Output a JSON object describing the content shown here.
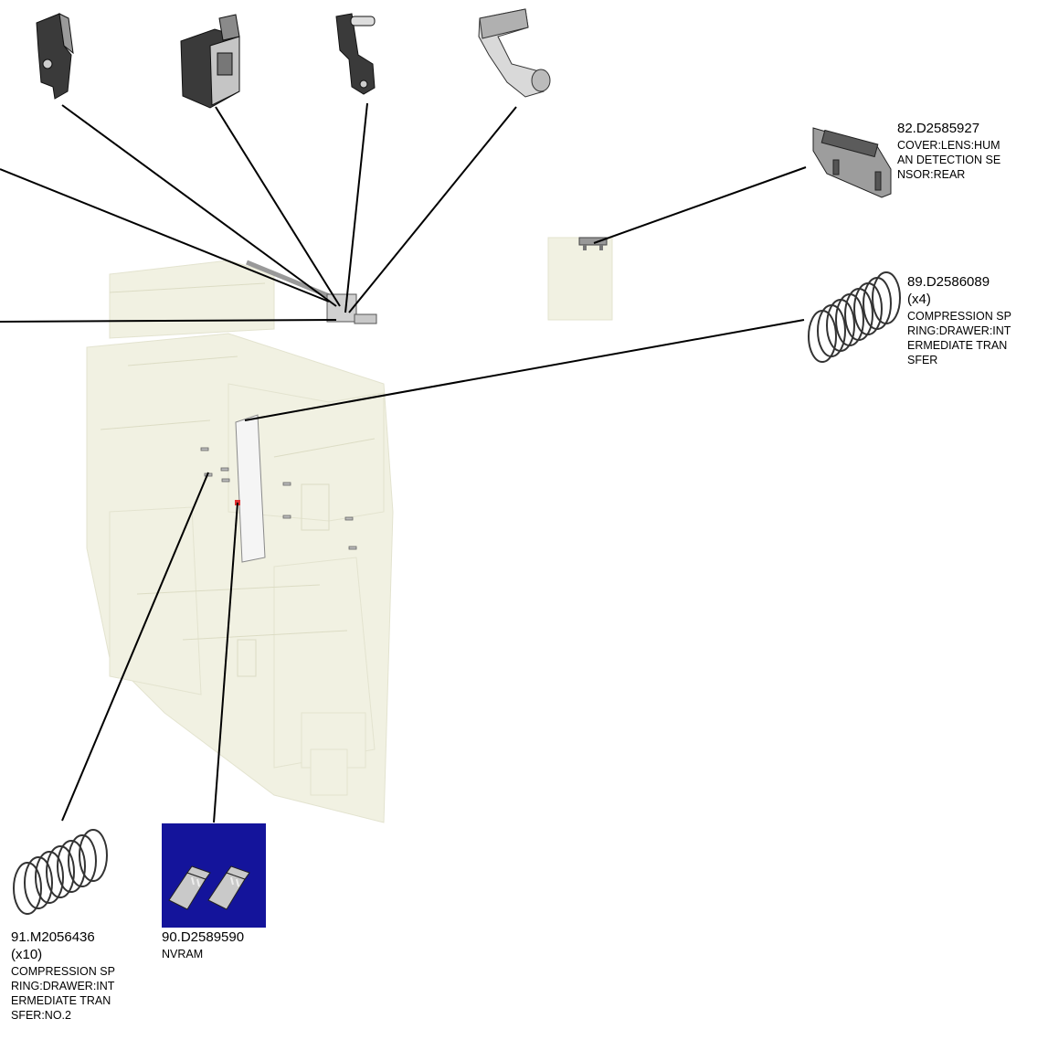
{
  "parts": [
    {
      "id": "part-82",
      "number": "82.D2585927",
      "qty": "",
      "desc": "COVER:LENS:HUM\nAN DETECTION SE\nNSOR:REAR"
    },
    {
      "id": "part-89",
      "number": "89.D2586089",
      "qty": "(x4)",
      "desc": "COMPRESSION SP\nRING:DRAWER:INT\nERMEDIATE TRAN\nSFER"
    },
    {
      "id": "part-91",
      "number": "91.M2056436",
      "qty": "(x10)",
      "desc": "COMPRESSION SP\nRING:DRAWER:INT\nERMEDIATE TRAN\nSFER:NO.2"
    },
    {
      "id": "part-90",
      "number": "90.D2589590",
      "qty": "",
      "desc": "NVRAM"
    }
  ],
  "colors": {
    "nvram_bg": "#14149b",
    "line": "#000000",
    "ghost": "#efefdf"
  }
}
